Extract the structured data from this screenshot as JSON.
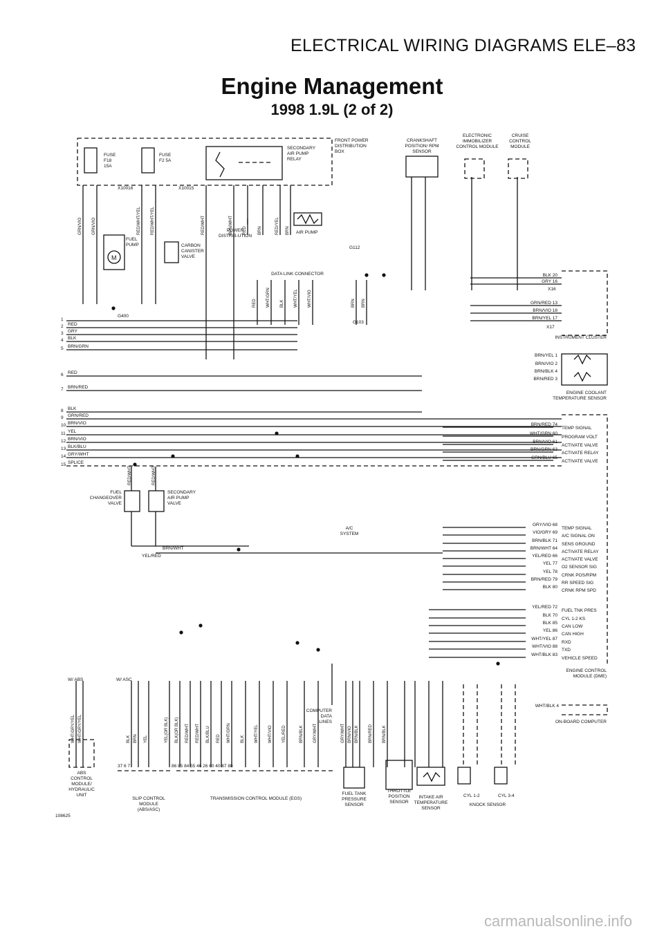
{
  "header": "ELECTRICAL WIRING DIAGRAMS   ELE–83",
  "title": "Engine Management",
  "subtitle": "1998 1.9L (2 of 2)",
  "figure_no": "108625",
  "watermark": "carmanualsonline.info",
  "components": {
    "fuse_f18": "FUSE F18 15A",
    "fuse_f2": "FUSE F2 5A",
    "x10016": "X10016",
    "x10015": "X10015",
    "fuel_pump": "FUEL PUMP",
    "carbon_canister": "CARBON CANISTER VALVE",
    "secondary_air_relay": "SECONDARY AIR PUMP RELAY",
    "front_power_box": "FRONT POWER DISTRIBUTION BOX",
    "power_distribution": "POWER DISTRIB-UTION",
    "air_pump": "AIR PUMP",
    "crankshaft_sensor": "CRANKSHAFT POSITION/ RPM SENSOR",
    "immobilizer": "ELECTRONIC IMMOBILIZER CONTROL MODULE",
    "cruise_module": "CRUISE CONTROL MODULE",
    "data_link": "DATA LINK CONNECTOR",
    "g400": "G400",
    "g112": "G112",
    "g103": "G103",
    "x16": "X16",
    "x17": "X17",
    "instrument_cluster": "INSTRUMENT CLUSTER",
    "coolant_sensor": "ENGINE COOLANT TEMPERATURE SENSOR",
    "fuel_changeover": "FUEL CHANGEOVER VALVE",
    "secondary_air_valve": "SECONDARY AIR PUMP VALVE",
    "ac_system": "A/C SYSTEM",
    "engine_control": "ENGINE CONTROL MODULE (DME)",
    "onboard_computer": "ON-BOARD COMPUTER",
    "computer_data": "COMPUTER DATA LINES",
    "w_abs": "W/ ABS",
    "w_asc": "W/ ASC",
    "abs_control": "ABS CONTROL MODULE/ HYDRAULIC UNIT",
    "slip_control": "SLIP CONTROL MODULE (ABS/ASC)",
    "transmission": "TRANSMISSION CONTROL MODULE (EGS)",
    "fuel_tank": "FUEL TANK PRESSURE SENSOR",
    "throttle": "THROTTLE POSITION SENSOR",
    "intake_air": "INTAKE AIR TEMPERATURE SENSOR",
    "knock_sensor": "KNOCK SENSOR",
    "cyl12": "CYL 1-2",
    "cyl34": "CYL 3-4"
  },
  "left_buses": [
    {
      "n": "1",
      "label": ""
    },
    {
      "n": "2",
      "label": "RED"
    },
    {
      "n": "3",
      "label": "GRY"
    },
    {
      "n": "4",
      "label": "BLK"
    },
    {
      "n": "5",
      "label": "BRN/GRN"
    },
    {
      "n": "6",
      "label": "RED"
    },
    {
      "n": "7",
      "label": "BRN/RED"
    },
    {
      "n": "8",
      "label": "BLK"
    },
    {
      "n": "9",
      "label": "GRN/RED"
    },
    {
      "n": "10",
      "label": "BRN/VIO"
    },
    {
      "n": "11",
      "label": "YEL"
    },
    {
      "n": "12",
      "label": "BRN/VIO"
    },
    {
      "n": "13",
      "label": "BLK/BLU"
    },
    {
      "n": "14",
      "label": "GRY/WHT"
    },
    {
      "n": "15",
      "label": "SPLICE"
    }
  ],
  "cluster_pins": [
    {
      "wire": "BLK",
      "pin": "20"
    },
    {
      "wire": "GRY",
      "pin": "16"
    },
    {
      "wire": "GRN/RED",
      "pin": "13"
    },
    {
      "wire": "BRN/VIO",
      "pin": "18"
    },
    {
      "wire": "BRN/YEL",
      "pin": "17"
    }
  ],
  "coolant_pins": [
    {
      "wire": "BRN/YEL",
      "pin": "1"
    },
    {
      "wire": "BRN/VIO",
      "pin": "2"
    },
    {
      "wire": "BRN/BLK",
      "pin": "4"
    },
    {
      "wire": "BRN/RED",
      "pin": "3"
    }
  ],
  "dme_group1": [
    {
      "wire": "BRN/RED",
      "pin": "74",
      "func": "TEMP SIGNAL"
    },
    {
      "wire": "WHT/GRN",
      "pin": "60",
      "func": "PROGRAM VOLT"
    },
    {
      "wire": "BRN/VIO",
      "pin": "61",
      "func": "ACTIVATE VALVE"
    },
    {
      "wire": "BRN/GRN",
      "pin": "63",
      "func": "ACTIVATE RELAY"
    },
    {
      "wire": "GRN/BLU",
      "pin": "65",
      "func": "ACTIVATE VALVE"
    }
  ],
  "dme_group2": [
    {
      "wire": "GRY/VIO",
      "pin": "68",
      "func": "TEMP SIGNAL"
    },
    {
      "wire": "VIO/GRY",
      "pin": "69",
      "func": "A/C SIGNAL ON"
    },
    {
      "wire": "BRN/BLK",
      "pin": "71",
      "func": "SENS GROUND"
    },
    {
      "wire": "BRN/WHT",
      "pin": "64",
      "func": "ACTIVATE RELAY"
    },
    {
      "wire": "YEL/RED",
      "pin": "66",
      "func": "ACTIVATE VALVE"
    },
    {
      "wire": "YEL",
      "pin": "77",
      "func": "O2 SENSOR SIG"
    },
    {
      "wire": "YEL",
      "pin": "78",
      "func": "CRNK POS/RPM"
    },
    {
      "wire": "BRN/RED",
      "pin": "79",
      "func": "RR SPEED SIG"
    },
    {
      "wire": "BLK",
      "pin": "80",
      "func": "CRNK RPM SPD"
    }
  ],
  "dme_group3": [
    {
      "wire": "YEL/RED",
      "pin": "72",
      "func": "FUEL TNK PRES"
    },
    {
      "wire": "BLK",
      "pin": "70",
      "func": "CYL 1-2 KS"
    },
    {
      "wire": "BLK",
      "pin": "85",
      "func": "CAN LOW"
    },
    {
      "wire": "YEL",
      "pin": "86",
      "func": "CAN HIGH"
    },
    {
      "wire": "WHT/YEL",
      "pin": "87",
      "func": "RXD"
    },
    {
      "wire": "WHT/VIO",
      "pin": "88",
      "func": "TXD"
    },
    {
      "wire": "WHT/BLK",
      "pin": "83",
      "func": "VEHICLE SPEED"
    }
  ],
  "wht_blk_pin": "WHT/BLK 4",
  "slip_pins": [
    "37",
    "6",
    "7"
  ],
  "egs_pins": [
    "86",
    "85",
    "84",
    "55",
    "46",
    "26",
    "60",
    "40",
    "87",
    "88"
  ],
  "vert_labels_top": [
    "GRN/VIO",
    "GRN/VIO",
    "RED/WHT/YEL",
    "RED/WHT/YEL",
    "RED/WHT",
    "BRN/WHT",
    "RED",
    "BRN",
    "RED/YEL",
    "BRN"
  ],
  "vert_labels_dlc": [
    "RED",
    "WHT/GRN",
    "BLK",
    "WHT/YEL",
    "WHT/VIO",
    "BRN",
    "BRN"
  ],
  "vert_labels_bottom": [
    "WHT/GRY/YEL",
    "WHT/GRY/YEL",
    "BLK",
    "BRN",
    "YEL",
    "YEL(OR BLK)",
    "BLK(OR BLK)",
    "RED/WHT",
    "RED/WHT",
    "BLK/BLU",
    "RED",
    "WHT/GRN",
    "BLK",
    "WHT/YEL",
    "WHT/VIO",
    "YEL/RED",
    "BRN/BLK",
    "GRY/WHT",
    "GRY/WHT",
    "BRN/VIO",
    "BRN/BLK",
    "BRN/RED",
    "BRN/BLK"
  ]
}
